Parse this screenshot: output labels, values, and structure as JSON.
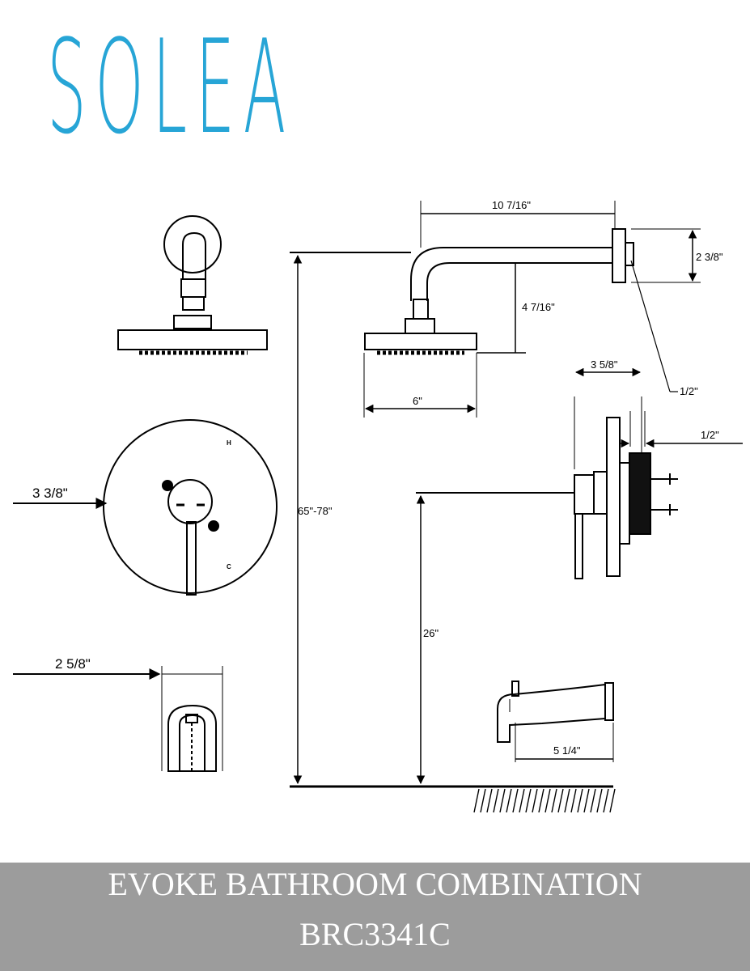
{
  "brand": {
    "logo_text": "SOLEA",
    "color": "#27a5d6"
  },
  "dimensions": {
    "arm_length": "10 7/16\"",
    "flange_height": "2 3/8\"",
    "arm_drop": "4 7/16\"",
    "connection_top": "1/2\"",
    "head_diameter": "6\"",
    "trim_depth": "3 5/8\"",
    "connection_valve": "1/2\"",
    "trim_plate": "3 3/8\"",
    "spout_width": "2 5/8\"",
    "head_height": "65\"-78\"",
    "valve_height": "26\"",
    "spout_reach": "5 1/4\""
  },
  "handle_marks": {
    "hot": "H",
    "cold": "C"
  },
  "footer": {
    "title": "EVOKE BATHROOM COMBINATION",
    "model": "BRC3341C",
    "background": "#9c9c9c"
  }
}
